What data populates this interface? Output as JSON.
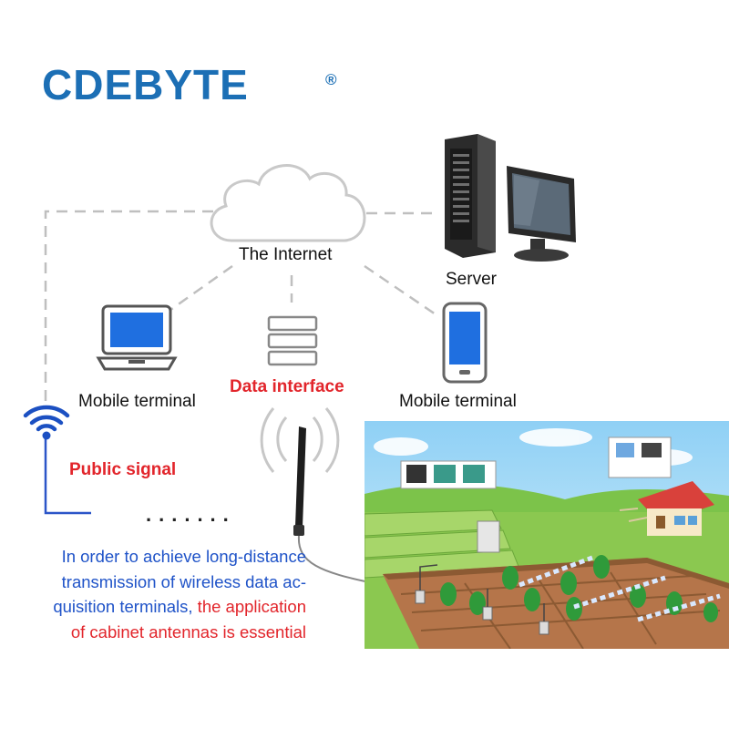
{
  "brand": {
    "name": "CDEBYTE",
    "registered": "®"
  },
  "nodes": {
    "internet": "The Internet",
    "server": "Server",
    "data_interface": "Data interface",
    "mobile_terminal_left": "Mobile terminal",
    "mobile_terminal_right": "Mobile terminal",
    "public_signal": "Public signal"
  },
  "dots": ".......",
  "caption": {
    "part1": "In order to achieve long-distance transmission of wireless data ac-quisition terminals, ",
    "part2": "the application of cabinet antennas is essential",
    "line1": "In order to achieve long-distance",
    "line2": "transmission of wireless data ac-",
    "line3a": "quisition terminals,",
    "line3b": " the application",
    "line4": "of cabinet antennas is essential"
  },
  "colors": {
    "brand": "#1c6fb5",
    "alert": "#e2252b",
    "caption_blue": "#1f53c8"
  }
}
